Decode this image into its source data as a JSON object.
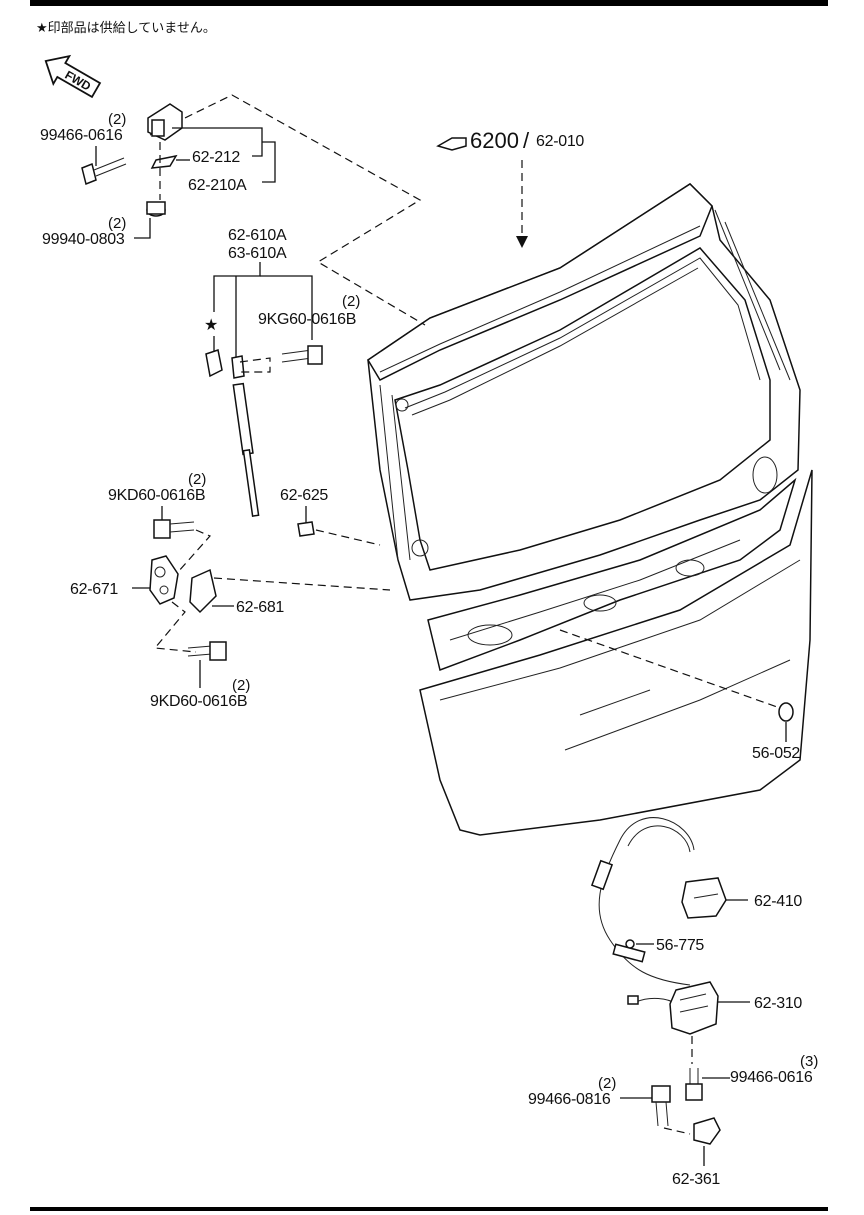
{
  "header_note": "★印部品は供給していません。",
  "fwd_label": "FWD",
  "ref": {
    "main": "6200",
    "sep": "/",
    "sub": "62-010"
  },
  "parts": {
    "bolt_hinge": {
      "qty": "(2)",
      "code": "99466-0616"
    },
    "hinge_assy": "62-212",
    "hinge_kit": "62-210A",
    "nut_hinge": {
      "qty": "(2)",
      "code": "99940-0803"
    },
    "damper_a": "62-610A",
    "damper_b": "63-610A",
    "bolt_damper": {
      "qty": "(2)",
      "code": "9KG60-0616B"
    },
    "star_mark": "★",
    "stud": "62-625",
    "bolt_striker_top": {
      "qty": "(2)",
      "code": "9KD60-0616B"
    },
    "striker": "62-671",
    "plate": "62-681",
    "bolt_striker_bottom": {
      "qty": "(2)",
      "code": "9KD60-0616B"
    },
    "plug": "56-052",
    "handle": "62-410",
    "clip": "56-775",
    "latch": "62-310",
    "bolt_latch": {
      "qty": "(3)",
      "code": "99466-0616"
    },
    "bolt_bracket": {
      "qty": "(2)",
      "code": "99466-0816"
    },
    "bracket": "62-361"
  }
}
